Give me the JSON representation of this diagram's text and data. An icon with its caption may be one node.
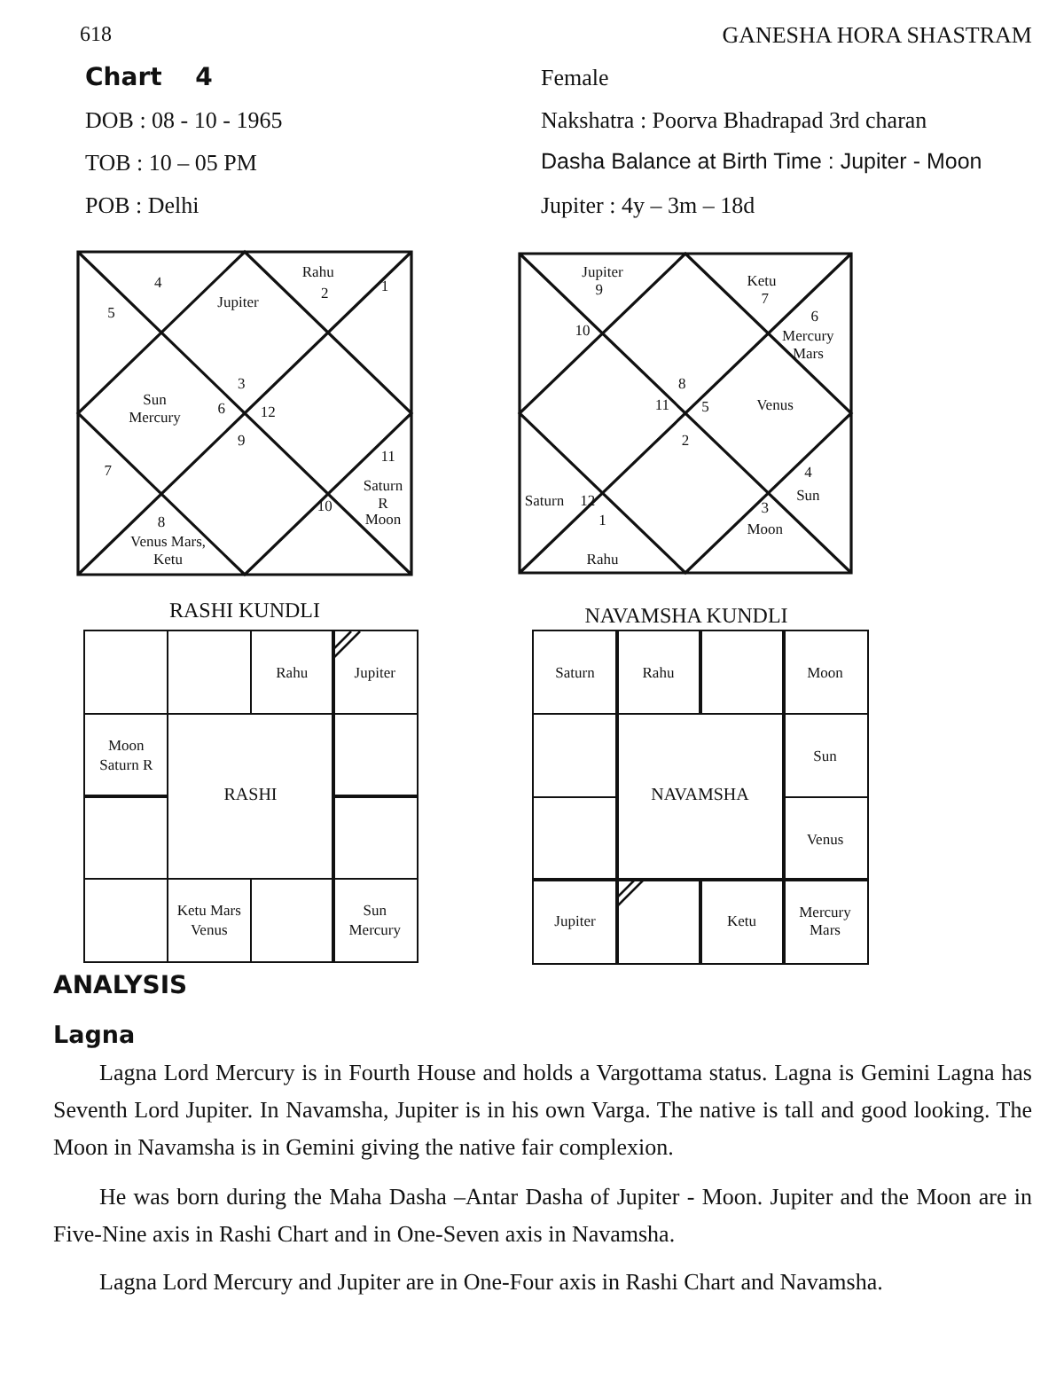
{
  "diagram": {
    "nodes": [
      {
        "text": [],
        "shape": "box"
      },
      {
        "text": [],
        "shape": "box"
      },
      {
        "text": [
          "Rahu"
        ]
      },
      {
        "text": [
          "Jupiter"
        ]
      },
      {
        "text": [
          "Moon Saturn R"
        ]
      },
      {
        "text": [
          "RASHI"
        ]
      },
      {
        "text": [],
        "shape": "box"
      },
      {
        "text": [],
        "shape": "box"
      },
      {
        "text": [],
        "shape": "box"
      },
      {
        "text": [],
        "shape": "box"
      },
      {
        "text": [
          "Ketu Mars Venus"
        ]
      },
      {
        "text": [],
        "shape": "box"
      },
      {
        "text": [
          "Sun Mercury"
        ]
      },
      {
        "text": [
          "Saturn"
        ]
      },
      {
        "text": [
          "Rahu"
        ]
      },
      {
        "text": [],
        "shape": "box"
      },
      {
        "text": [
          "Moon"
        ]
      },
      {
        "text": [],
        "shape": "box"
      },
      {
        "text": [
          "NAVAMSHA"
        ]
      },
      {
        "text": [
          "Sun"
        ]
      },
      {
        "text": [],
        "shape": "box"
      },
      {
        "text": [
          "Venus"
        ]
      },
      {
        "text": [
          "Jupiter"
        ]
      },
      {
        "text": [],
        "shape": "box"
      },
      {
        "text": [
          "Ketu"
        ]
      },
      {
        "text": [
          "Mercury Mars"
        ]
      }
    ],
    "edges": [],
    "labels": [
      "618",
      "GANESHA HORA SHASTRAM",
      "Chart 4",
      "Female",
      "DOB : 08 - 10 - 1965",
      "Nakshatra : Poorva Bhadrapad 3rd charan",
      "TOB : 10 – 05 PM",
      "Dasha Balance at Birth Time : Jupiter - Moon",
      "POB : Delhi",
      "Jupiter : 4y – 3m – 18d",
      "4",
      "Rahu",
      "2",
      "1",
      "Jupiter",
      "5",
      "3",
      "Sun Mercury",
      "6",
      "12",
      "9",
      "11",
      "Saturn R Moon",
      "7",
      "10",
      "8",
      "Venus Mars, Ketu",
      "RASHI KUNDLI",
      "Jupiter",
      "9",
      "Ketu",
      "7",
      "6",
      "Mercury Mars",
      "10",
      "8",
      "11",
      "5",
      "Venus",
      "2",
      "4",
      "Sun",
      "Saturn",
      "12",
      "3",
      "1",
      "Moon",
      "Rahu",
      "NAVAMSHA KUNDLI",
      "ANALYSIS",
      "Lagna",
      "Lagna Lord Mercury is in Fourth House and holds a Vargottama status. Lagna is Gemini Lagna has Seventh Lord Jupiter. In Navamsha, Jupiter is in his own Varga. The native is tall and good looking. The Moon in Navamsha is in Gemini giving the native fair complexion.",
      "He was born during the Maha Dasha –Antar Dasha of Jupiter - Moon. Jupiter and the Moon are in Five-Nine axis in Rashi Chart and in One-Seven axis in Navamsha.",
      "Lagna Lord Mercury and Jupiter are in One-Four axis in Rashi Chart and Navamsha."
    ]
  }
}
